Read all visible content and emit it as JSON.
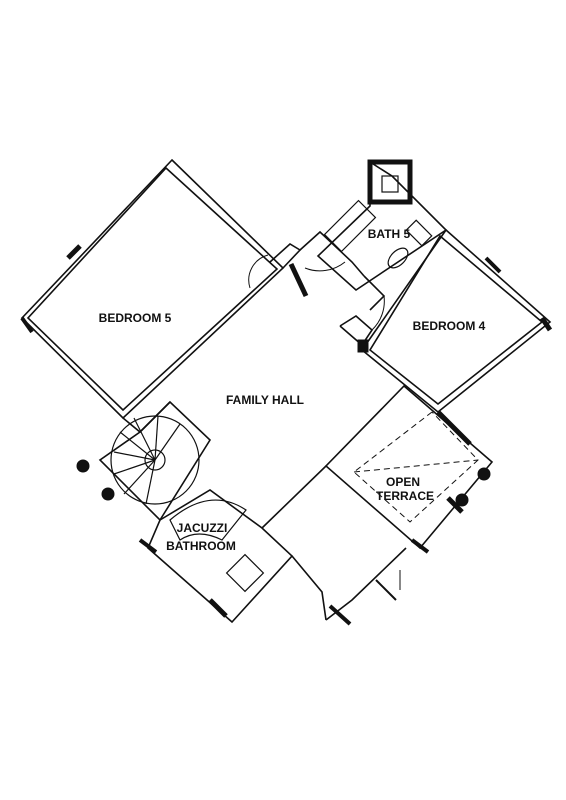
{
  "plan": {
    "rooms": {
      "bedroom5": "BEDROOM 5",
      "bath5": "BATH 5",
      "bedroom4": "BEDROOM 4",
      "family_hall": "FAMILY HALL",
      "open_terrace": [
        "OPEN",
        "TERRACE"
      ],
      "jacuzzi_bathroom": [
        "JACUZZI",
        "BATHROOM"
      ]
    },
    "colors": {
      "line": "#111111",
      "background": "#ffffff"
    }
  }
}
